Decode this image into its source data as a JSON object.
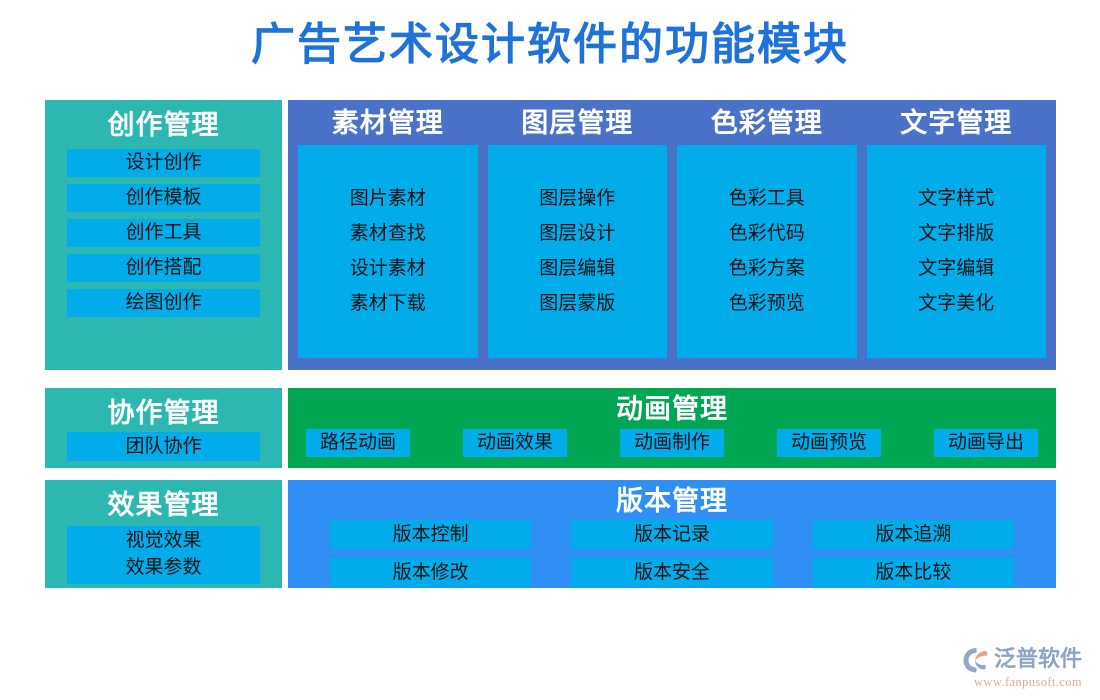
{
  "title": "广告艺术设计软件的功能模块",
  "colors": {
    "title": "#1f72d8",
    "teal": "#2cb8b0",
    "item_blue": "#00ace9",
    "material_panel": "#4a72c8",
    "green": "#00a651",
    "version_blue": "#2f8ff5",
    "logo_text": "#8fa4c4",
    "logo_url": "#e8a98f"
  },
  "left_column": {
    "creation": {
      "title": "创作管理",
      "items": [
        "设计创作",
        "创作模板",
        "创作工具",
        "创作搭配",
        "绘图创作"
      ]
    },
    "collaboration": {
      "title": "协作管理",
      "items": [
        "团队协作"
      ]
    },
    "effects": {
      "title": "效果管理",
      "items": [
        "视觉效果",
        "效果参数"
      ]
    }
  },
  "material_panel": {
    "columns": [
      {
        "title": "素材管理",
        "items": [
          "图片素材",
          "素材查找",
          "设计素材",
          "素材下载"
        ]
      },
      {
        "title": "图层管理",
        "items": [
          "图层操作",
          "图层设计",
          "图层编辑",
          "图层蒙版"
        ]
      },
      {
        "title": "色彩管理",
        "items": [
          "色彩工具",
          "色彩代码",
          "色彩方案",
          "色彩预览"
        ]
      },
      {
        "title": "文字管理",
        "items": [
          "文字样式",
          "文字排版",
          "文字编辑",
          "文字美化"
        ]
      }
    ]
  },
  "animation_panel": {
    "title": "动画管理",
    "items": [
      "路径动画",
      "动画效果",
      "动画制作",
      "动画预览",
      "动画导出"
    ]
  },
  "version_panel": {
    "title": "版本管理",
    "items": [
      "版本控制",
      "版本记录",
      "版本追溯",
      "版本修改",
      "版本安全",
      "版本比较"
    ]
  },
  "logo": {
    "name": "泛普软件",
    "url": "www.fanpusoft.com"
  }
}
